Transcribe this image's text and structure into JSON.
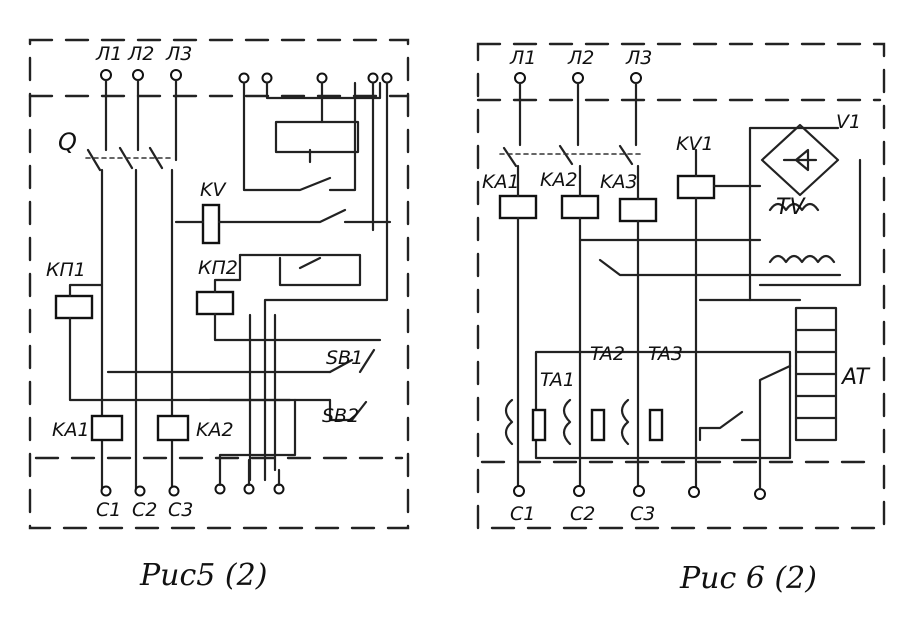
{
  "figure5": {
    "caption": "Рис5 (2)",
    "labels": {
      "l1": "Л1",
      "l2": "Л2",
      "l3": "Л3",
      "q": "Q",
      "kv": "KV",
      "kp1": "КП1",
      "kp2": "КП2",
      "sb1": "SB1",
      "sb2": "SB2",
      "ka1": "KA1",
      "ka2": "KA2",
      "c1": "C1",
      "c2": "C2",
      "c3": "C3"
    }
  },
  "figure6": {
    "caption": "Рис 6 (2)",
    "labels": {
      "l1": "Л1",
      "l2": "Л2",
      "l3": "Л3",
      "ka1": "KA1",
      "ka2": "KA2",
      "ka3": "KA3",
      "kv1": "KV1",
      "v1": "V1",
      "tv": "TV",
      "ta1": "TA1",
      "ta2": "TA2",
      "ta3": "TA3",
      "at": "AT",
      "c1": "C1",
      "c2": "C2",
      "c3": "C3"
    }
  }
}
